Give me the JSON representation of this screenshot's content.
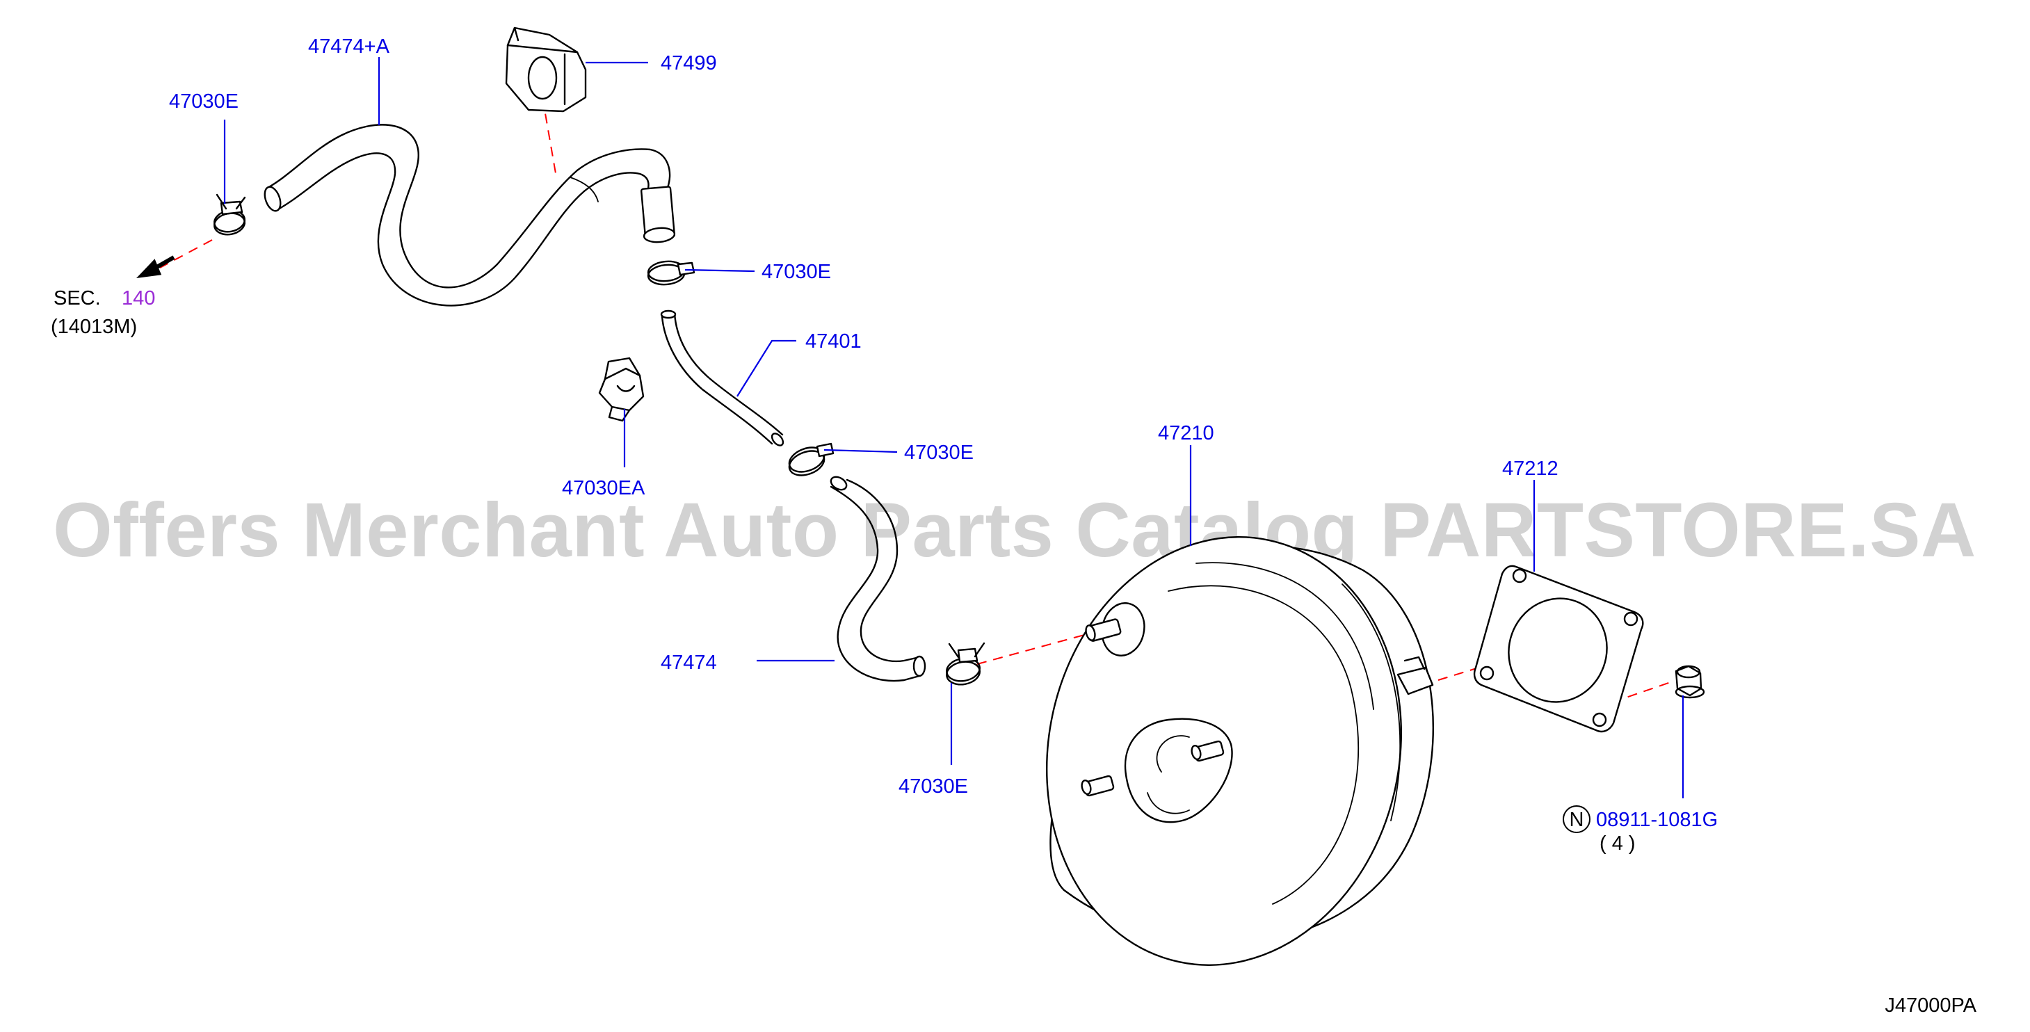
{
  "watermark": "Offers Merchant Auto Parts Catalog PARTSTORE.SA",
  "diagram_id": "J47000PA",
  "section_ref": {
    "prefix": "SEC.",
    "number": "140",
    "sub": "(14013M)"
  },
  "colors": {
    "label": "#0000e6",
    "section_number": "#9a2bd6",
    "guide_line": "#ff0000",
    "watermark": "#d2d2d2"
  },
  "labels": {
    "hose_upper": "47474+A",
    "clamp_left": "47030E",
    "bracket": "47499",
    "clamp_mid": "47030E",
    "tube": "47401",
    "clamp_tube": "47030E",
    "clip": "47030EA",
    "booster": "47210",
    "gasket": "47212",
    "hose_lower": "47474",
    "clamp_lower": "47030E",
    "nut": "08911-1081G",
    "nut_badge": "N",
    "nut_qty": "( 4 )"
  }
}
